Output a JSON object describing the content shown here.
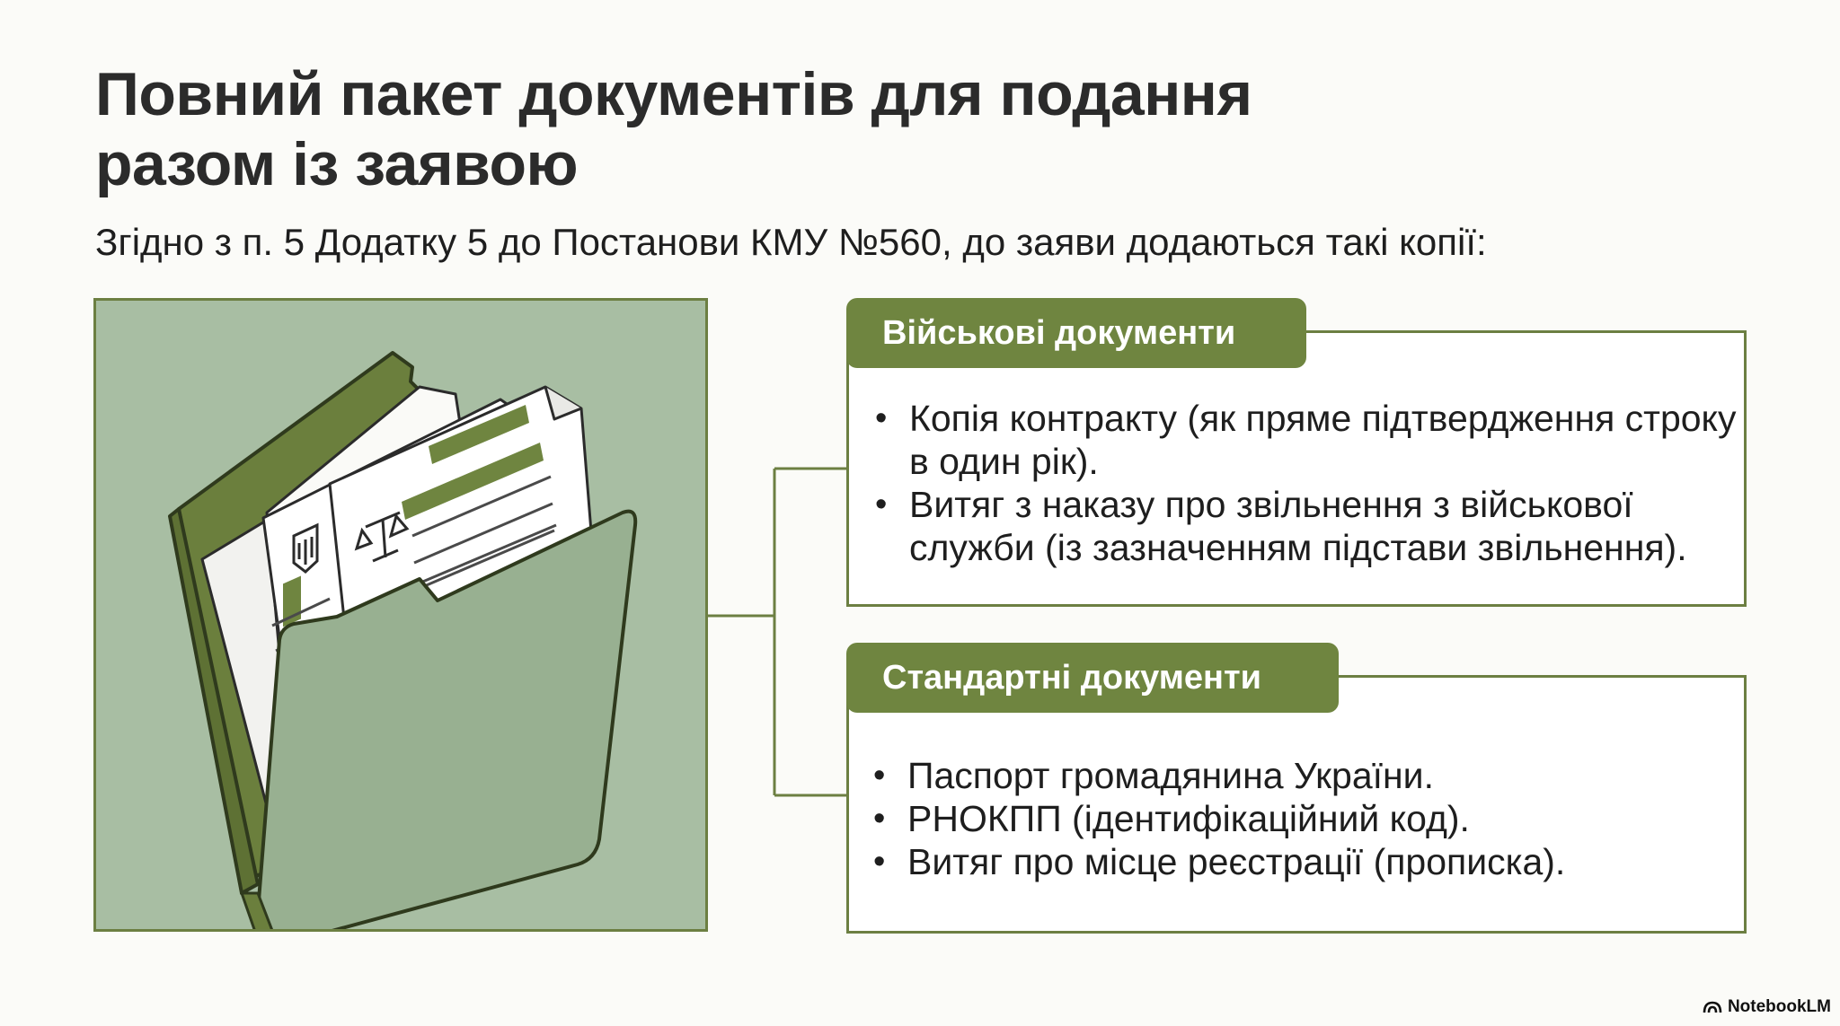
{
  "slide": {
    "title": "Повний пакет документів для подання разом із заявою",
    "subtitle": "Згідно з п. 5 Додатку 5 до Постанови КМУ №560, до заяви додаються такі копії:",
    "sections": [
      {
        "header": "Військові документи",
        "items": [
          "Копія контракту (як пряме підтвердження строку в один рік).",
          "Витяг з наказу про звільнення з військової служби (із зазначенням підстави звільнення)."
        ]
      },
      {
        "header": "Стандартні документи",
        "items": [
          "Паспорт громадянина України.",
          "РНОКПП (ідентифікаційний код).",
          "Витяг про місце реєстрації (прописка)."
        ]
      }
    ],
    "bullet": "•"
  },
  "brand": {
    "label": "NotebookLM",
    "icon": "notebooklm-logo-icon"
  },
  "illustration": {
    "icon": "folder-with-documents-icon"
  },
  "colors": {
    "accent": "#6f8540",
    "border": "#6c7f42",
    "illustration_bg": "#a8bea3",
    "folder_front": "#98b091",
    "folder_back": "#6b7f3d",
    "text": "#1e1e1e"
  }
}
